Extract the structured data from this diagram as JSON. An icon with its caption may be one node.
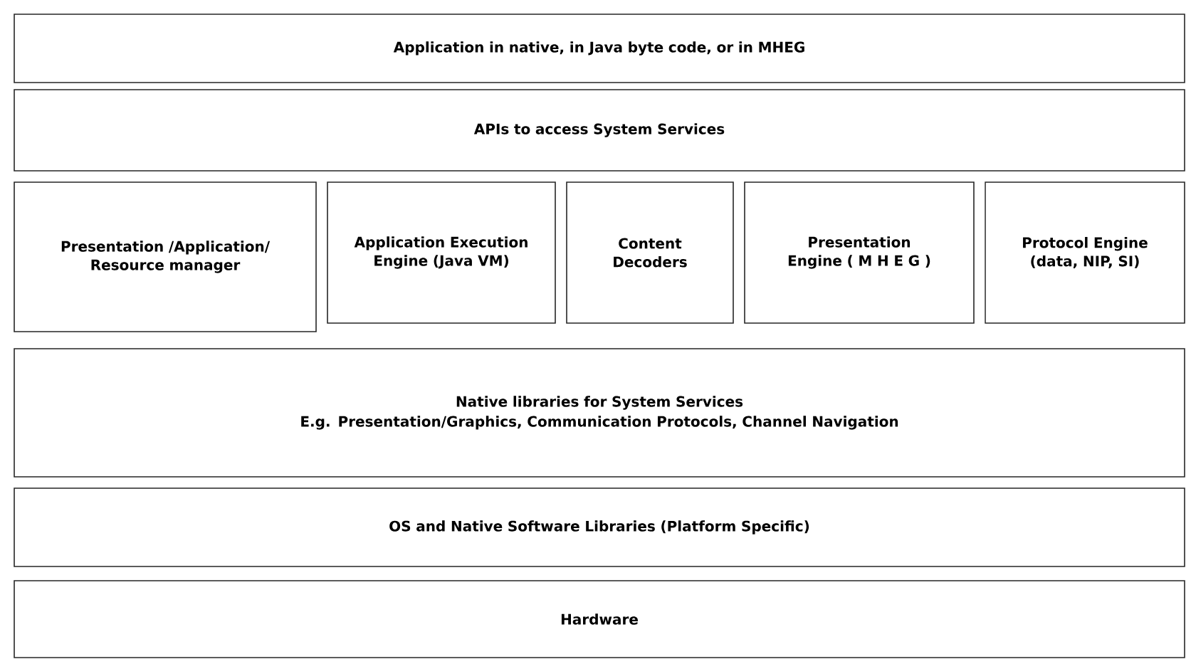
{
  "diagram": {
    "nodes": [
      {
        "text": [
          "Application in native, in Java byte code, or in MHEG"
        ]
      },
      {
        "text": [
          "APIs to access System Services"
        ]
      },
      {
        "text": [
          "Presentation /Application/ Resource manager"
        ]
      },
      {
        "text": [
          "Application Execution Engine (Java VM)"
        ]
      },
      {
        "text": [
          "Content Decoders"
        ]
      },
      {
        "text": [
          "Presentation Engine ( M H E G )"
        ]
      },
      {
        "text": [
          "Protocol Engine (data, NIP, SI)"
        ]
      },
      {
        "text": [
          "Native libraries for System Services",
          "E.g. Presentation/Graphics, Communication Protocols, Channel Navigation"
        ]
      },
      {
        "text": [
          "OS and Native Software Libraries (Platform Specific)"
        ]
      },
      {
        "text": [
          "Hardware"
        ]
      }
    ]
  }
}
